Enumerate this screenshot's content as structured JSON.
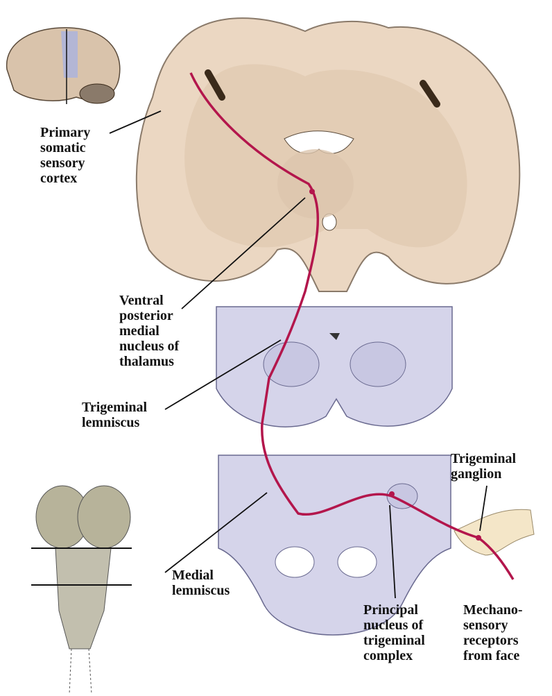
{
  "labels": {
    "cortex": "Primary\nsomatic\nsensory\ncortex",
    "vpm": "Ventral\nposterior\nmedial\nnucleus of\nthalamus",
    "trigeminal_lemniscus": "Trigeminal\nlemniscus",
    "trigeminal_ganglion": "Trigeminal\nganglion",
    "medial_lemniscus": "Medial\nlemniscus",
    "principal_nucleus": "Principal\nnucleus of\ntrigeminal\ncomplex",
    "mechanoreceptors": "Mechano-\nsensory\nreceptors\nfrom face"
  },
  "colors": {
    "pathway": "#b3164c",
    "cortex_fill": "#ebd7c2",
    "white_matter": "#e3cdb5",
    "section_fill": "#d5d4ea",
    "highlight": "#a9b3e0"
  }
}
